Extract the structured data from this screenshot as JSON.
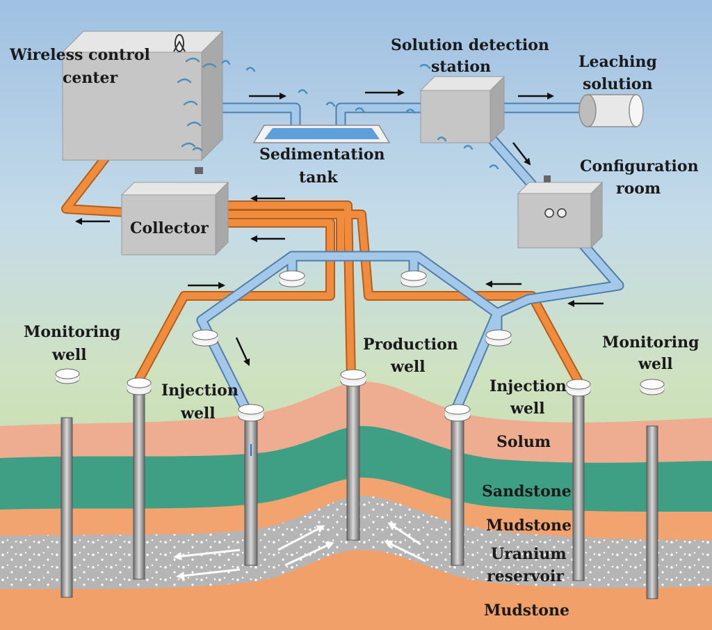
{
  "labels": {
    "wireless_control_center_1": "Wireless control",
    "wireless_control_center_2": "center",
    "solution_detection_station_1": "Solution detection",
    "solution_detection_station_2": "station",
    "leaching_solution_1": "Leaching",
    "leaching_solution_2": "solution",
    "sedimentation_tank_1": "Sedimentation",
    "sedimentation_tank_2": "tank",
    "configuration_room_1": "Configuration",
    "configuration_room_2": "room",
    "collector": "Collector",
    "monitoring_well_left_1": "Monitoring",
    "monitoring_well_left_2": "well",
    "monitoring_well_right_1": "Monitoring",
    "monitoring_well_right_2": "well",
    "production_well_1": "Production",
    "production_well_2": "well",
    "injection_well_left_1": "Injection",
    "injection_well_left_2": "well",
    "injection_well_right_1": "Injection",
    "injection_well_right_2": "well",
    "solum": "Solum",
    "sandstone": "Sandstone",
    "mudstone_upper": "Mudstone",
    "uranium_reservoir_1": "Uranium",
    "uranium_reservoir_2": "reservoir",
    "mudstone_lower": "Mudstone"
  },
  "colors": {
    "sky": "#a9c7e3",
    "ground": "#c7dba5",
    "solum": "#eeae92",
    "sandstone": "#3fa084",
    "mudstone": "#f0a06e",
    "reservoir": "#b8b8b8",
    "orange_pipe": "#e98a3d",
    "blue_pipe": "#9ec4e6",
    "box": "#c9c9c9"
  }
}
